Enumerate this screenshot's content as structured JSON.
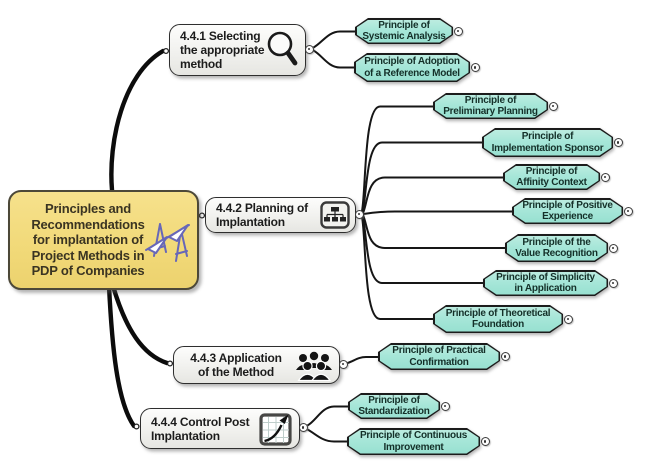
{
  "colors": {
    "background": "#ffffff",
    "root_fill": "#f3db7e",
    "root_border": "#4c4838",
    "branch_fill": "#f6f6f4",
    "branch_border": "#2e2e2e",
    "leaf_fill": "#a6e6d8",
    "leaf_border": "#1c1c1c",
    "connector": "#0c0c0c",
    "logo_accent": "#6767b8"
  },
  "root": {
    "label": "Principles and\nRecommendations\nfor implantation of\nProject Methods in\nPDP of Companies",
    "icon": "bridge-logo-icon"
  },
  "branches": [
    {
      "label": "4.4.1 Selecting\nthe appropriate\nmethod",
      "icon": "magnifier-icon",
      "children": [
        {
          "label": "Principle of\nSystemic Analysis"
        },
        {
          "label": "Principle of Adoption\nof a Reference Model"
        }
      ]
    },
    {
      "label": "4.4.2 Planning of\nImplantation",
      "icon": "org-chart-icon",
      "children": [
        {
          "label": "Principle of\nPreliminary Planning"
        },
        {
          "label": "Principle of\nImplementation Sponsor"
        },
        {
          "label": "Principle of\nAffinity Context"
        },
        {
          "label": "Principle of Positive\nExperience"
        },
        {
          "label": "Principle of the\nValue Recognition"
        },
        {
          "label": "Principle of Simplicity\nin Application"
        },
        {
          "label": "Principle of Theoretical\nFoundation"
        }
      ]
    },
    {
      "label": "4.4.3 Application\nof the Method",
      "icon": "people-group-icon",
      "children": [
        {
          "label": "Principle of Practical\nConfirmation"
        }
      ]
    },
    {
      "label": "4.4.4 Control Post\nImplantation",
      "icon": "growth-chart-icon",
      "children": [
        {
          "label": "Principle of\nStandardization"
        },
        {
          "label": "Principle of Continuous\nImprovement"
        }
      ]
    }
  ]
}
